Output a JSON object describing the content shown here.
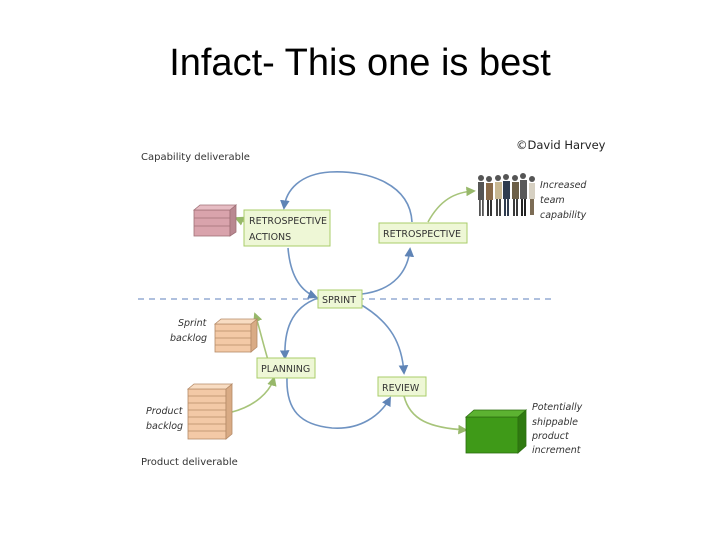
{
  "title": "Infact- This one is best",
  "copyright": "©David Harvey",
  "diagram": {
    "sections": {
      "capability": "Capability deliverable",
      "product": "Product deliverable"
    },
    "nodes": {
      "retro_actions": [
        "RETROSPECTIVE",
        "ACTIONS"
      ],
      "retrospective": "RETROSPECTIVE",
      "sprint": "SPRINT",
      "planning": "PLANNING",
      "review": "REVIEW"
    },
    "labels": {
      "team": [
        "Increased",
        "team",
        "capability"
      ],
      "sprint_backlog": [
        "Sprint",
        "backlog"
      ],
      "product_backlog": [
        "Product",
        "backlog"
      ],
      "increment": [
        "Potentially",
        "shippable",
        "product",
        "increment"
      ]
    },
    "colors": {
      "box_fill": "#eef7d6",
      "box_border": "#a9cc6a",
      "blue_arrow": "#6f93c2",
      "green_arrow": "#a7c47a",
      "dashed_line": "#7f9bc9",
      "increment_block": "#3f9a18"
    }
  }
}
